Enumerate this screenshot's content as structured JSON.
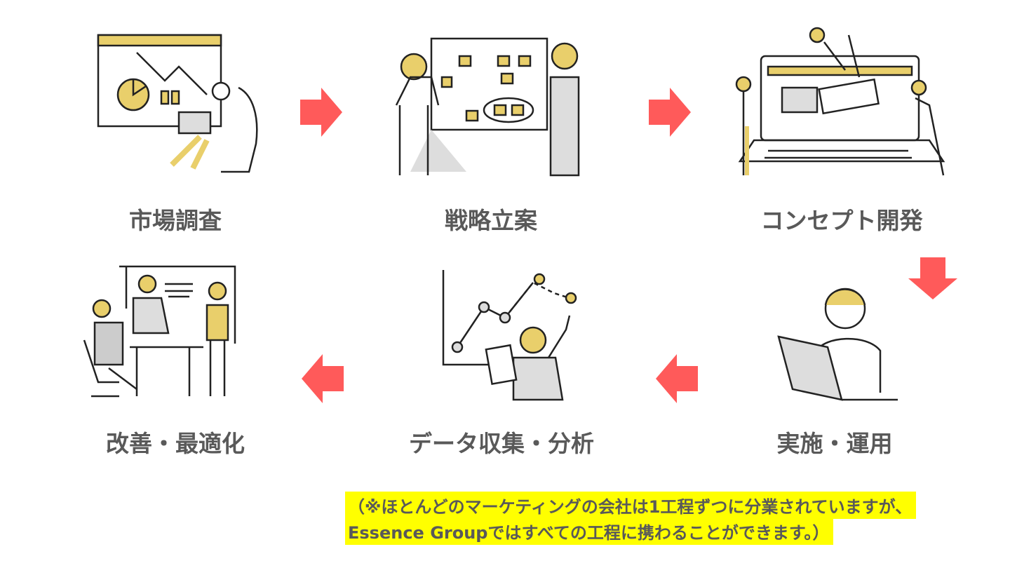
{
  "steps": [
    {
      "label": "市場調査",
      "icon": "market-research-illustration"
    },
    {
      "label": "戦略立案",
      "icon": "strategy-planning-illustration"
    },
    {
      "label": "コンセプト開発",
      "icon": "concept-development-illustration"
    },
    {
      "label": "実施・運用",
      "icon": "implementation-illustration"
    },
    {
      "label": "データ収集・分析",
      "icon": "data-analysis-illustration"
    },
    {
      "label": "改善・最適化",
      "icon": "improvement-illustration"
    }
  ],
  "note": {
    "line1": "（※ほとんどのマーケティングの会社は1工程ずつに分業されていますが、",
    "line2": "Essence Groupではすべての工程に携わることができます。）"
  },
  "colors": {
    "arrow": "#ff5a5a",
    "accent": "#e9cf6b",
    "text": "#595959",
    "highlight": "#ffff00"
  }
}
